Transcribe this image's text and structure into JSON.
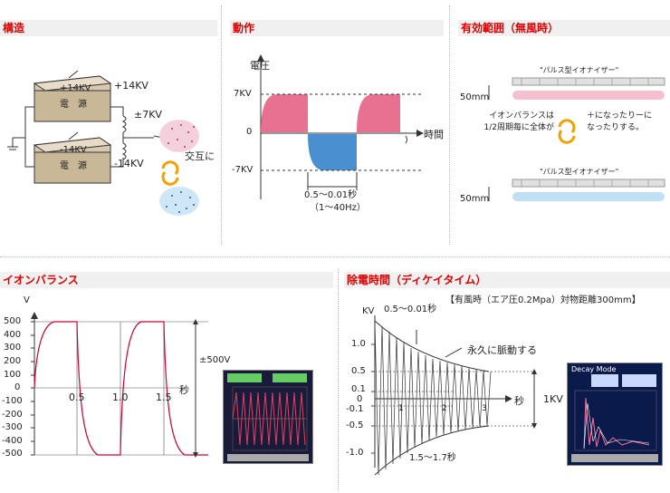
{
  "panels": {
    "structure": {
      "title": "構造",
      "psu_top_voltage": "+14KV",
      "psu_top_name": "電　源",
      "psu_bottom_voltage": "-14KV",
      "psu_bottom_name": "電　源",
      "out_top": "+14KV",
      "out_bottom": "-14KV",
      "emitter": "±7KV",
      "alternate": "交互に"
    },
    "operation": {
      "title": "動作",
      "y_label": "電圧",
      "x_label": "時間",
      "tick_pos": "7KV",
      "tick_zero": "0",
      "tick_neg": "-7KV",
      "period": "0.5〜0.01秒",
      "freq": "（1〜40Hz）"
    },
    "effective": {
      "title": "有効範囲（無風時）",
      "caption_top": "\"パルス型イオナイザー\"",
      "caption_bottom": "\"パルス型イオナイザー\"",
      "dist_top": "50mm",
      "dist_bottom": "50mm",
      "note_left": "イオンバランスは\n1/2周期毎に全体が",
      "note_right": "＋になったりーに\nなったりする。"
    },
    "balance": {
      "title": "イオンバランス",
      "y_unit": "V",
      "x_unit": "秒",
      "amplitude": "±500V",
      "y_ticks": [
        "500",
        "400",
        "300",
        "200",
        "100",
        "0",
        "-100",
        "-200",
        "-300",
        "-400",
        "-500"
      ],
      "x_ticks": [
        "0.5",
        "1.0",
        "1.5"
      ]
    },
    "decay": {
      "title": "除電時間（ディケイタイム）",
      "condition": "【有風時（エア圧0.2Mpa）対物距離300mm】",
      "y_unit": "KV",
      "x_unit": "秒",
      "y_ticks": [
        "1.0",
        "0.5",
        "0.1",
        "0",
        "-0.1",
        "-0.5",
        "-1.0"
      ],
      "x_ticks": [
        "1",
        "2",
        "3"
      ],
      "top_time": "0.5〜0.01秒",
      "pulse_note": "永久に脈動する",
      "bottom_time": "1.5〜1.7秒",
      "span": "1KV"
    },
    "monitor": {
      "header": "Decay Mode"
    }
  },
  "colors": {
    "title_red": "#dd0000",
    "pos_wave": "#e87090",
    "neg_wave": "#4a8fd0",
    "trace_red": "#cc0033"
  }
}
